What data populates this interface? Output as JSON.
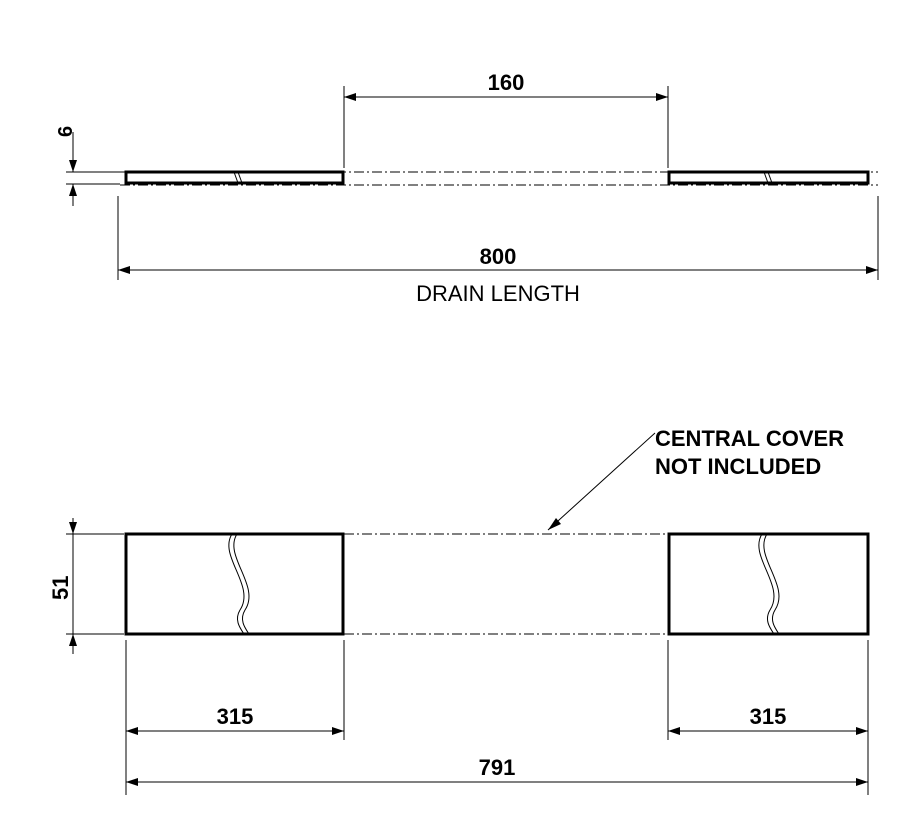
{
  "top_view": {
    "overall_length": "800",
    "overall_caption": "DRAIN LENGTH",
    "gap_width": "160",
    "thickness": "6"
  },
  "plan_view": {
    "height": "51",
    "left_cover_length": "315",
    "right_cover_length": "315",
    "overall_length": "791",
    "note_line_1": "CENTRAL COVER",
    "note_line_2": "NOT INCLUDED"
  }
}
